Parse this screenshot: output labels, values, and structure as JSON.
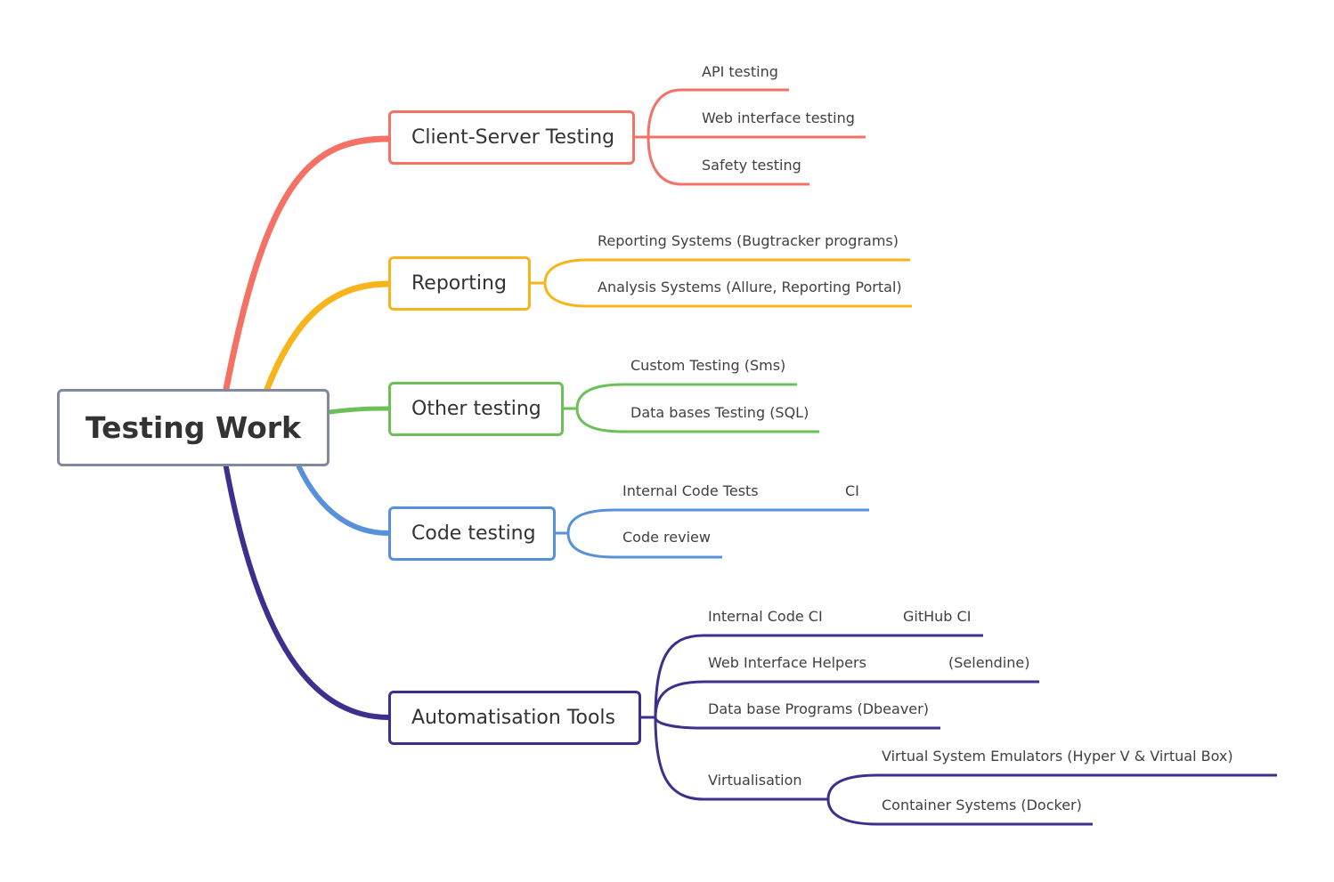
{
  "root": {
    "label": "Testing Work"
  },
  "colors": {
    "client_server": "#f47165",
    "reporting": "#f7b51b",
    "other": "#6dc057",
    "code": "#5891d9",
    "automation": "#3e2f8e",
    "root_border": "#7f8a9c"
  },
  "branches": [
    {
      "label": "Client-Server Testing",
      "children": [
        "API testing",
        "Web interface testing",
        "Safety testing"
      ]
    },
    {
      "label": "Reporting",
      "children": [
        "Reporting Systems (Bugtracker programs)",
        "Analysis Systems (Allure, Reporting Portal)"
      ]
    },
    {
      "label": "Other testing",
      "children": [
        "Custom Testing (Sms)",
        "Data bases Testing (SQL)"
      ]
    },
    {
      "label": "Code testing",
      "children": [
        {
          "label": "Internal Code Tests",
          "child": "CI"
        },
        "Code review"
      ]
    },
    {
      "label": "Automatisation Tools",
      "children": [
        {
          "label": "Internal Code CI",
          "child": "GitHub CI"
        },
        {
          "label": "Web Interface Helpers",
          "child": "(Selendine)"
        },
        "Data base Programs (Dbeaver)",
        {
          "label": "Virtualisation",
          "children": [
            "Virtual System Emulators (Hyper V & Virtual Box)",
            "Container Systems (Docker)"
          ]
        }
      ]
    }
  ]
}
